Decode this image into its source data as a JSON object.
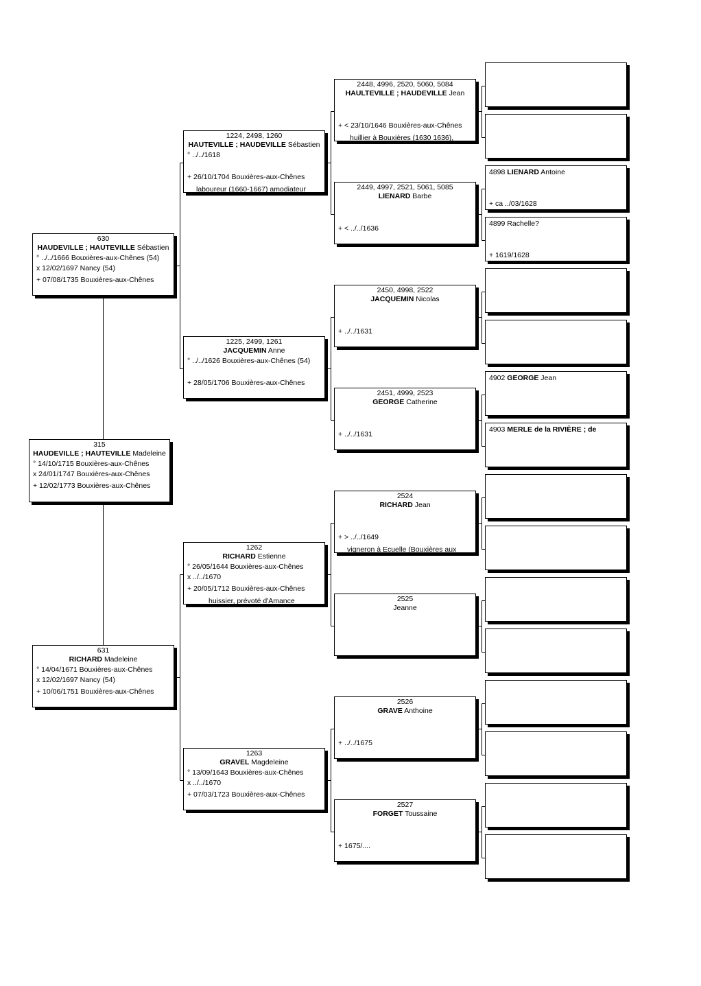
{
  "persons": [
    {
      "key": "p315",
      "num": "315",
      "surname": "HAUDEVILLE ; HAUTEVILLE",
      "given": "Madeleine",
      "events": [
        "° 14/10/1715 Bouxières-aux-Chênes",
        "x 24/01/1747 Bouxières-aux-Chênes",
        "+ 12/02/1773 Bouxières-aux-Chênes"
      ]
    },
    {
      "key": "p630",
      "num": "630",
      "surname": "HAUDEVILLE ; HAUTEVILLE",
      "given": "Sébastien",
      "events": [
        "° ../../1666 Bouxières-aux-Chênes (54)",
        "x 12/02/1697 Nancy (54)",
        "+ 07/08/1735 Bouxières-aux-Chênes"
      ]
    },
    {
      "key": "p631",
      "num": "631",
      "surname": "RICHARD",
      "given": "Madeleine",
      "events": [
        "° 14/04/1671 Bouxières-aux-Chênes",
        "x 12/02/1697 Nancy (54)",
        "+ 10/06/1751 Bouxières-aux-Chênes"
      ]
    },
    {
      "key": "p1260",
      "num": "1224, 2498, 1260",
      "surname": "HAUTEVILLE ; HAUDEVILLE",
      "given": "Sébastien",
      "events": [
        "° ../../1618",
        "+ 26/10/1704 Bouxières-aux-Chênes"
      ],
      "occupation": "laboureur (1660-1667) amodiateur"
    },
    {
      "key": "p1261",
      "num": "1225, 2499, 1261",
      "surname": "JACQUEMIN",
      "given": "Anne",
      "events": [
        "° ../../1626 Bouxières-aux-Chênes (54)",
        "+ 28/05/1706 Bouxières-aux-Chênes"
      ]
    },
    {
      "key": "p1262",
      "num": "1262",
      "surname": "RICHARD",
      "given": "Estienne",
      "events": [
        "° 26/05/1644 Bouxières-aux-Chênes",
        "x ../../1670",
        "+ 20/05/1712 Bouxières-aux-Chênes"
      ],
      "occupation": "huissier, prévoté d'Amance"
    },
    {
      "key": "p1263",
      "num": "1263",
      "surname": "GRAVEL",
      "given": "Magdeleine",
      "events": [
        "° 13/09/1643 Bouxières-aux-Chênes",
        "x ../../1670",
        "+ 07/03/1723 Bouxières-aux-Chênes"
      ]
    },
    {
      "key": "p2520",
      "num": "2448, 4996, 2520, 5060, 5084",
      "surname": "HAULTEVILLE ; HAUDEVILLE",
      "given": "Jean",
      "events": [
        "+ < 23/10/1646 Bouxières-aux-Chênes"
      ],
      "occupation": "huillier à Bouxières (1630 1636),"
    },
    {
      "key": "p2521",
      "num": "2449, 4997, 2521, 5061, 5085",
      "surname": "LIENARD",
      "given": "Barbe",
      "events": [
        "+ < ../../1636"
      ]
    },
    {
      "key": "p2522",
      "num": "2450, 4998, 2522",
      "surname": "JACQUEMIN",
      "given": "Nicolas",
      "events": [
        "+ ../../1631"
      ]
    },
    {
      "key": "p2523",
      "num": "2451, 4999, 2523",
      "surname": "GEORGE",
      "given": "Catherine",
      "events": [
        "+ ../../1631"
      ]
    },
    {
      "key": "p2524",
      "num": "2524",
      "surname": "RICHARD",
      "given": "Jean",
      "events": [
        "+ > ../../1649"
      ],
      "occupation": "vigneron à Ecuelle (Bouxières aux"
    },
    {
      "key": "p2525",
      "num": "2525",
      "surname": "",
      "given": "Jeanne",
      "events": []
    },
    {
      "key": "p2526",
      "num": "2526",
      "surname": "GRAVE",
      "given": "Anthoine",
      "events": [
        "+ ../../1675"
      ]
    },
    {
      "key": "p2527",
      "num": "2527",
      "surname": "FORGET",
      "given": "Toussaine",
      "events": [
        "+ 1675/...."
      ]
    },
    {
      "key": "p4898",
      "num": "4898",
      "surname": "LIENARD",
      "given": "Antoine",
      "events": [
        "+ ca ../03/1628"
      ]
    },
    {
      "key": "p4899",
      "num": "4899",
      "surname": "",
      "given": "Rachelle?",
      "events": [
        "+ 1619/1628"
      ]
    },
    {
      "key": "p4902",
      "num": "4902",
      "surname": "GEORGE",
      "given": "Jean",
      "events": []
    },
    {
      "key": "p4903",
      "num": "4903",
      "surname": "MERLE de la RIVIÈRE ; de",
      "given": "",
      "events": []
    }
  ]
}
